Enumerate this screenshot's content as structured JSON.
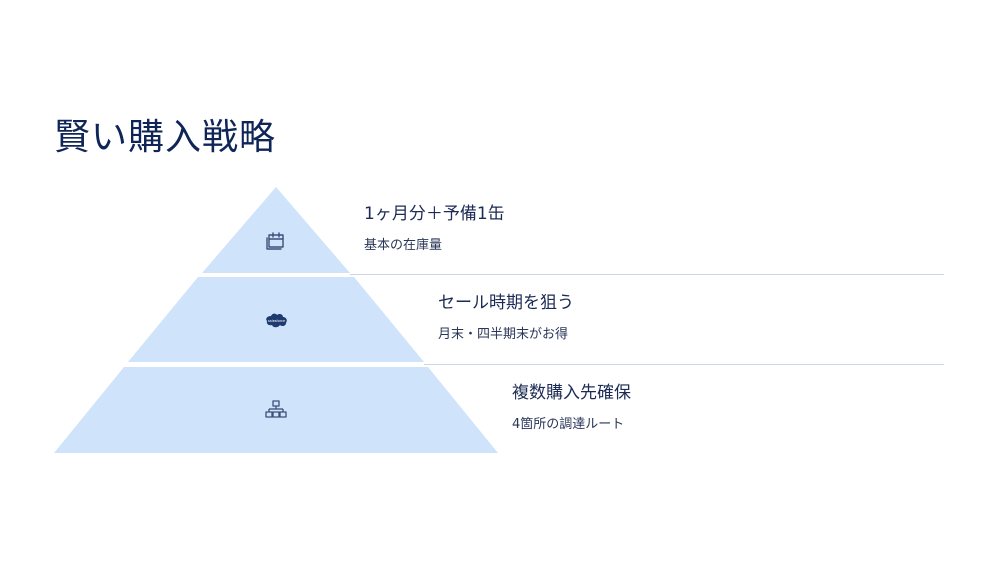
{
  "slide": {
    "title": "賢い購入戦略"
  },
  "colors": {
    "title": "#0f2557",
    "pyramid_fill": "#cfe3fb",
    "icon": "#3d4f7a",
    "divider": "#c9d6ea"
  },
  "levels": [
    {
      "title": "1ヶ月分＋予備1缶",
      "subtitle": "基本の在庫量",
      "icon": "calendar-icon"
    },
    {
      "title": "セール時期を狙う",
      "subtitle": "月末・四半期末がお得",
      "icon": "salesforce-cloud-icon"
    },
    {
      "title": "複数購入先確保",
      "subtitle": "4箇所の調達ルート",
      "icon": "network-hierarchy-icon"
    }
  ]
}
